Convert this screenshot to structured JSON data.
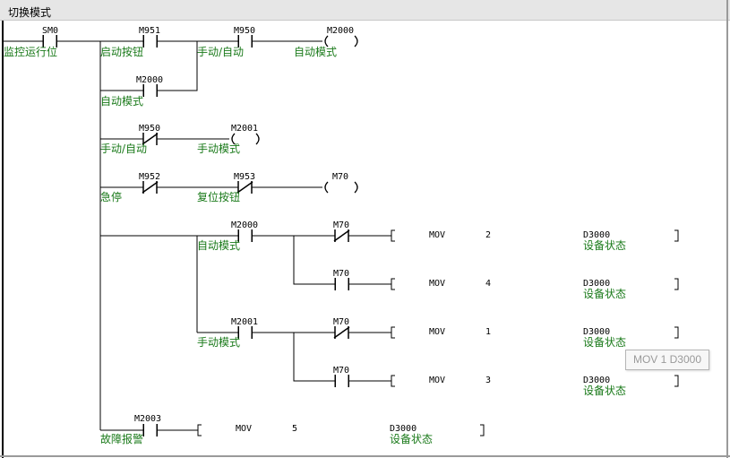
{
  "window": {
    "title": "切换模式"
  },
  "contacts": [
    {
      "id": "c_sm0",
      "device": "SM0",
      "comment": "监控运行位",
      "type": "NO"
    },
    {
      "id": "c_m951",
      "device": "M951",
      "comment": "启动按钮",
      "type": "NO"
    },
    {
      "id": "c_m950a",
      "device": "M950",
      "comment": "手动/自动",
      "type": "NO"
    },
    {
      "id": "c_m2000a",
      "device": "M2000",
      "comment": "自动模式",
      "type": "NO"
    },
    {
      "id": "c_m950b",
      "device": "M950",
      "comment": "手动/自动",
      "type": "NC"
    },
    {
      "id": "c_m952",
      "device": "M952",
      "comment": "急停",
      "type": "NC"
    },
    {
      "id": "c_m953",
      "device": "M953",
      "comment": "复位按钮",
      "type": "NC"
    },
    {
      "id": "c_m2000b",
      "device": "M2000",
      "comment": "自动模式",
      "type": "NO"
    },
    {
      "id": "c_m70a",
      "device": "M70",
      "comment": "",
      "type": "NC"
    },
    {
      "id": "c_m70b",
      "device": "M70",
      "comment": "",
      "type": "NO"
    },
    {
      "id": "c_m2001",
      "device": "M2001",
      "comment": "手动模式",
      "type": "NO"
    },
    {
      "id": "c_m70c",
      "device": "M70",
      "comment": "",
      "type": "NC"
    },
    {
      "id": "c_m70d",
      "device": "M70",
      "comment": "",
      "type": "NO"
    },
    {
      "id": "c_m2003",
      "device": "M2003",
      "comment": "故障报警",
      "type": "NO"
    }
  ],
  "coils": [
    {
      "id": "coil_m2000",
      "device": "M2000",
      "comment": "自动模式"
    },
    {
      "id": "coil_m2001",
      "device": "M2001",
      "comment": "手动模式"
    },
    {
      "id": "coil_m70",
      "device": "M70",
      "comment": ""
    }
  ],
  "instructions": [
    {
      "id": "i1",
      "op": "MOV",
      "src": "2",
      "dst": "D3000",
      "dst_comment": "设备状态"
    },
    {
      "id": "i2",
      "op": "MOV",
      "src": "4",
      "dst": "D3000",
      "dst_comment": "设备状态"
    },
    {
      "id": "i3",
      "op": "MOV",
      "src": "1",
      "dst": "D3000",
      "dst_comment": "设备状态"
    },
    {
      "id": "i4",
      "op": "MOV",
      "src": "3",
      "dst": "D3000",
      "dst_comment": "设备状态"
    },
    {
      "id": "i5",
      "op": "MOV",
      "src": "5",
      "dst": "D3000",
      "dst_comment": "设备状态"
    }
  ],
  "tooltip": {
    "text": "MOV 1 D3000"
  },
  "colors": {
    "comment": "#1a7a1a",
    "line": "#000000",
    "titlebar": "#e6e6e6"
  }
}
